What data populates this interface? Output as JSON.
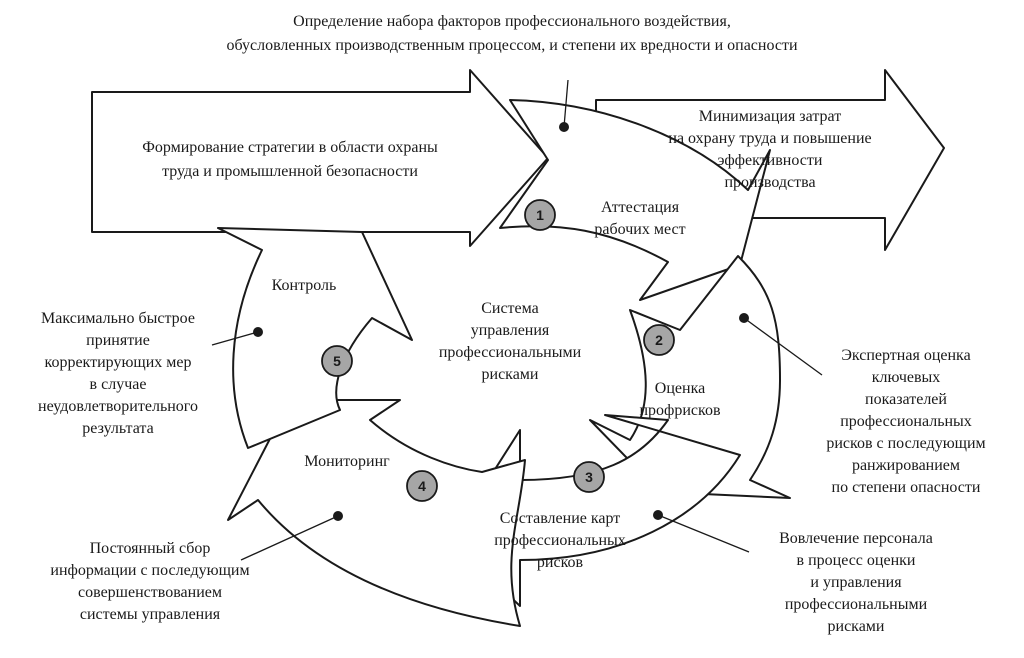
{
  "colors": {
    "stroke": "#1a1a1a",
    "badge_fill": "#a6a6a6",
    "background": "#ffffff"
  },
  "top_note": {
    "lines": [
      "Определение набора факторов профессионального воздействия,",
      "обусловленных производственным процессом,  и степени их вредности и опасности"
    ]
  },
  "strategy_arrow": {
    "lines": [
      "Формирование стратегии в области охраны",
      "труда и промышленной безопасности"
    ]
  },
  "minimization_arrow": {
    "lines": [
      "Минимизация затрат",
      "на охрану труда и повышение",
      "эффективности",
      "производства"
    ]
  },
  "center": {
    "lines": [
      "Система",
      "управления",
      "профессиональными",
      "рисками"
    ]
  },
  "stages": [
    {
      "number": "1",
      "lines": [
        "Аттестация",
        "рабочих мест"
      ]
    },
    {
      "number": "2",
      "lines": [
        "Оценка",
        "профрисков"
      ]
    },
    {
      "number": "3",
      "lines": [
        "Составление карт",
        "профессиональных",
        "рисков"
      ]
    },
    {
      "number": "4",
      "lines": [
        "Мониторинг"
      ]
    },
    {
      "number": "5",
      "lines": [
        "Контроль"
      ]
    }
  ],
  "notes": {
    "right": [
      "Экспертная оценка",
      "ключевых",
      "показателей",
      "профессиональных",
      "рисков с  последующим",
      "ранжированием",
      "по степени опасности"
    ],
    "bottom_right": [
      "Вовлечение персонала",
      "в процесс  оценки",
      "и управления",
      "профессиональными",
      "рисками"
    ],
    "bottom_left": [
      "Постоянный сбор",
      "информации с  последующим",
      "совершенствованием",
      "системы управления"
    ],
    "left": [
      "Максимально быстрое",
      "принятие",
      "корректирующих мер",
      "в случае",
      "неудовлетворительного",
      "результата"
    ]
  }
}
